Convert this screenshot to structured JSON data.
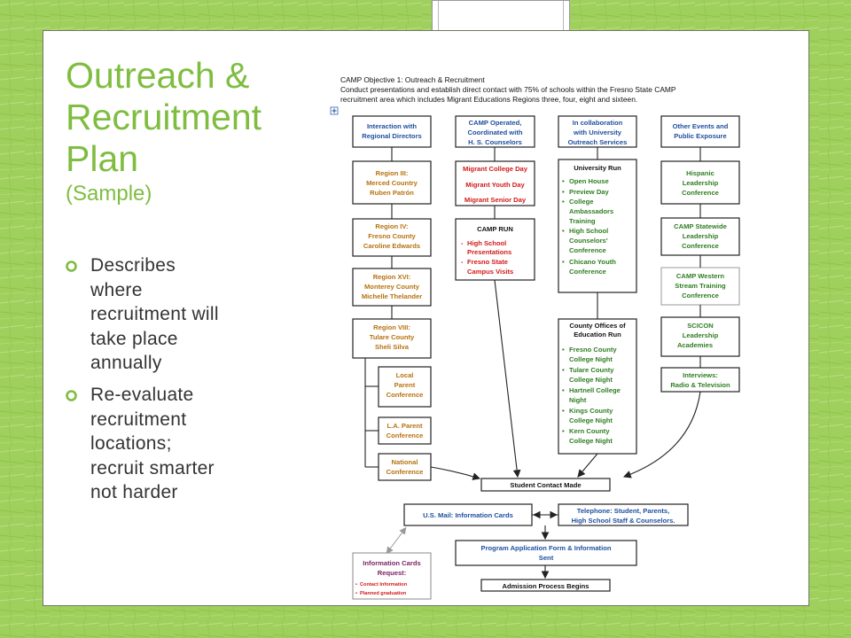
{
  "slide": {
    "title": "Outreach & Recruitment Plan",
    "subtitle": "(Sample)",
    "bullets": [
      "Describes where recruitment will take place annually",
      "Re-evaluate recruitment locations; recruit smarter not harder"
    ]
  },
  "chart": {
    "heading1": "CAMP Objective 1: Outreach & Recruitment",
    "heading2": "Conduct presentations and establish direct contact with 75% of schools within the Fresno State CAMP",
    "heading3": "recruitment area which includes Migrant Educations Regions three, four, eight and sixteen.",
    "col1": {
      "header": [
        "Interaction with",
        "Regional Directors"
      ],
      "r3": [
        "Region III:",
        "Merced Country",
        "Ruben Patrón"
      ],
      "r4": [
        "Region IV:",
        "Fresno County",
        "Caroline Edwards"
      ],
      "r16": [
        "Region XVI:",
        "Monterey County",
        "Michelle Thelander"
      ],
      "r8": [
        "Region VIII:",
        "Tulare County",
        "Sheli Silva"
      ],
      "local": [
        "Local",
        "Parent",
        "Conference"
      ],
      "la": [
        "L.A. Parent",
        "Conference"
      ],
      "national": [
        "National",
        "Conference"
      ]
    },
    "col2": {
      "header": [
        "CAMP Operated,",
        "Coordinated with",
        "H. S. Counselors"
      ],
      "migrant": [
        "Migrant College Day",
        "Migrant Youth Day",
        "Migrant Senior Day"
      ],
      "camprun_title": "CAMP RUN",
      "camprun_items": [
        "High School",
        "Presentations",
        "Fresno State",
        "Campus Visits"
      ]
    },
    "col3": {
      "header": [
        "In collaboration",
        "with University",
        "Outreach Services"
      ],
      "univ_title": "University Run",
      "univ_items": [
        "Open House",
        "Preview Day",
        "College",
        "Ambassadors",
        "Training",
        "High School",
        "Counselors'",
        "Conference",
        "Chicano Youth",
        "Conference"
      ],
      "county_title": [
        "County Offices of",
        "Education Run"
      ],
      "county_items": [
        "Fresno County",
        "College Night",
        "Tulare County",
        "College Night",
        "Hartnell College",
        "Night",
        "Kings County",
        "College Night",
        "Kern County",
        "College Night"
      ]
    },
    "col4": {
      "header": [
        "Other Events and",
        "Public Exposure"
      ],
      "hispanic": [
        "Hispanic",
        "Leadership",
        "Conference"
      ],
      "statewide": [
        "CAMP Statewide",
        "Leadership",
        "Conference"
      ],
      "western": [
        "CAMP Western",
        "Stream Training",
        "Conference"
      ],
      "scicon": [
        "SCICON",
        "Leadership",
        "Academies"
      ],
      "interviews": [
        "Interviews:",
        "Radio & Television"
      ]
    },
    "flow": {
      "contact": "Student Contact Made",
      "mail": "U.S. Mail:  Information Cards",
      "phone": [
        "Telephone:  Student, Parents,",
        "High School Staff & Counselors."
      ],
      "application": [
        "Program Application Form & Information",
        "Sent"
      ],
      "admission": "Admission Process Begins",
      "cards_title": [
        "Information Cards",
        "Request:"
      ],
      "cards_items": [
        "Contact  Information",
        "Planned  graduation"
      ]
    }
  }
}
